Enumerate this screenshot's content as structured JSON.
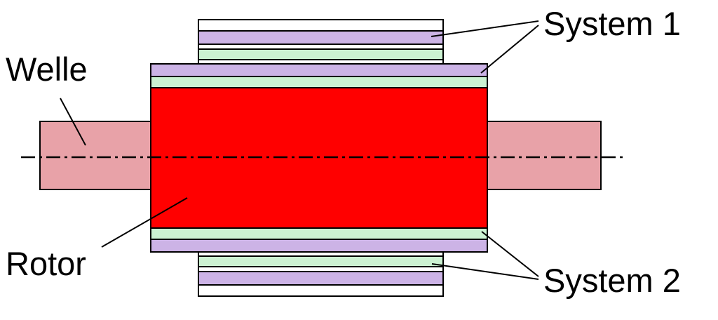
{
  "diagram": {
    "labels": {
      "welle": "Welle",
      "rotor": "Rotor",
      "system1": "System 1",
      "system2": "System 2"
    },
    "colors": {
      "background": "#ffffff",
      "outline": "#000000",
      "shaft": "#e8a2a8",
      "rotor": "#ff0000",
      "winding_purple": "#ccb3e6",
      "winding_green": "#ccf2d2",
      "band_white": "#ffffff"
    }
  }
}
